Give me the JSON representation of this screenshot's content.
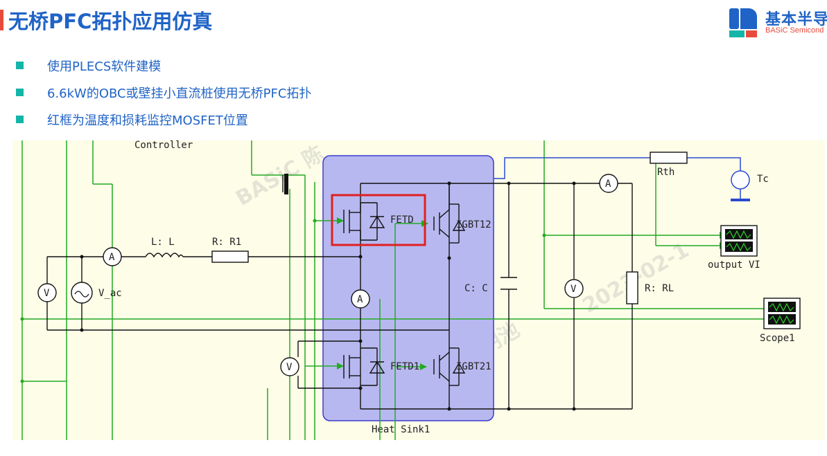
{
  "title": "无桥PFC拓扑应用仿真",
  "logo": {
    "name": "基本半导",
    "subtitle": "BASiC Semicond"
  },
  "bullets": [
    "使用PLECS软件建模",
    "6.6kW的OBC或壁挂小直流桩使用无桥PFC拓扑",
    "红框为温度和损耗监控MOSFET位置"
  ],
  "schematic": {
    "controller": "Controller",
    "inductor": "L: L",
    "resistor": "R: R1",
    "source": "V_ac",
    "fet_top": "FETD",
    "fet_bottom": "FETD1",
    "igbt_top": "IGBT12",
    "igbt_bottom": "IGBT21",
    "capacitor": "C: C",
    "load": "R: RL",
    "thermal_res": "Rth",
    "temp_source": "Tc",
    "scope_output": "output VI",
    "scope1": "Scope1",
    "heatsink": "Heat Sink1",
    "ammeter": "A",
    "voltmeter": "V",
    "watermark1": "BASiC 陈",
    "watermark2": "2023-02-1",
    "watermark3": "BASiC 陈明池"
  },
  "colors": {
    "title": "#1f63c6",
    "bullet_square": "#13b5a8",
    "wire_green": "#22aa22",
    "heatsink_fill": "#b8b8f0",
    "highlight": "#e02020"
  }
}
